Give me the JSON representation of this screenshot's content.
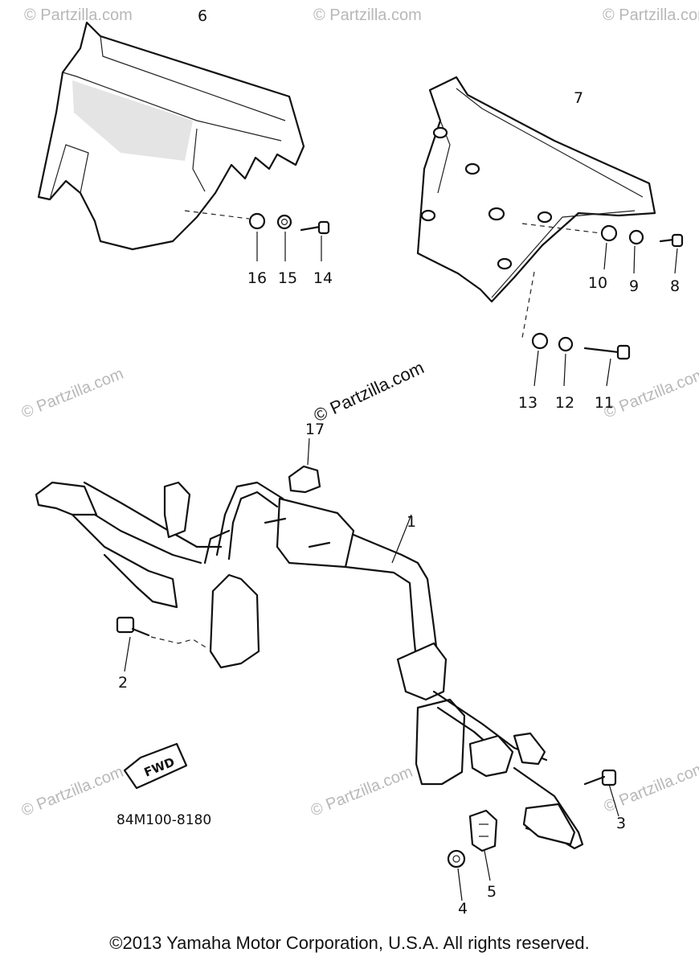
{
  "callouts": [
    {
      "id": "c1",
      "label": "1"
    },
    {
      "id": "c2",
      "label": "2"
    },
    {
      "id": "c3",
      "label": "3"
    },
    {
      "id": "c4",
      "label": "4"
    },
    {
      "id": "c5",
      "label": "5"
    },
    {
      "id": "c6",
      "label": "6"
    },
    {
      "id": "c7",
      "label": "7"
    },
    {
      "id": "c8",
      "label": "8"
    },
    {
      "id": "c9",
      "label": "9"
    },
    {
      "id": "c10",
      "label": "10"
    },
    {
      "id": "c11",
      "label": "11"
    },
    {
      "id": "c12",
      "label": "12"
    },
    {
      "id": "c13",
      "label": "13"
    },
    {
      "id": "c14",
      "label": "14"
    },
    {
      "id": "c15",
      "label": "15"
    },
    {
      "id": "c16",
      "label": "16"
    },
    {
      "id": "c17",
      "label": "17"
    }
  ],
  "diagram_code": "84M100-8180",
  "fwd_label": "FWD",
  "watermark_main": "© Partzilla.com",
  "watermark_faint": "© Partzilla.com",
  "copyright": "©2013 Yamaha Motor Corporation, U.S.A. All rights reserved."
}
